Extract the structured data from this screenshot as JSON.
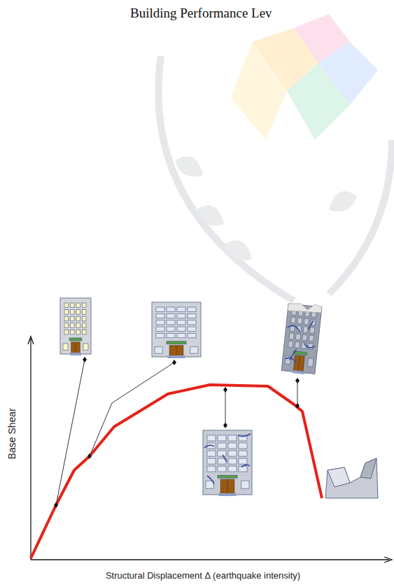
{
  "diagram": {
    "title": "Building Performance Lev",
    "labels": [
      "Base Shear",
      "Structural Displacement Δ (earthquake intensity)"
    ]
  }
}
